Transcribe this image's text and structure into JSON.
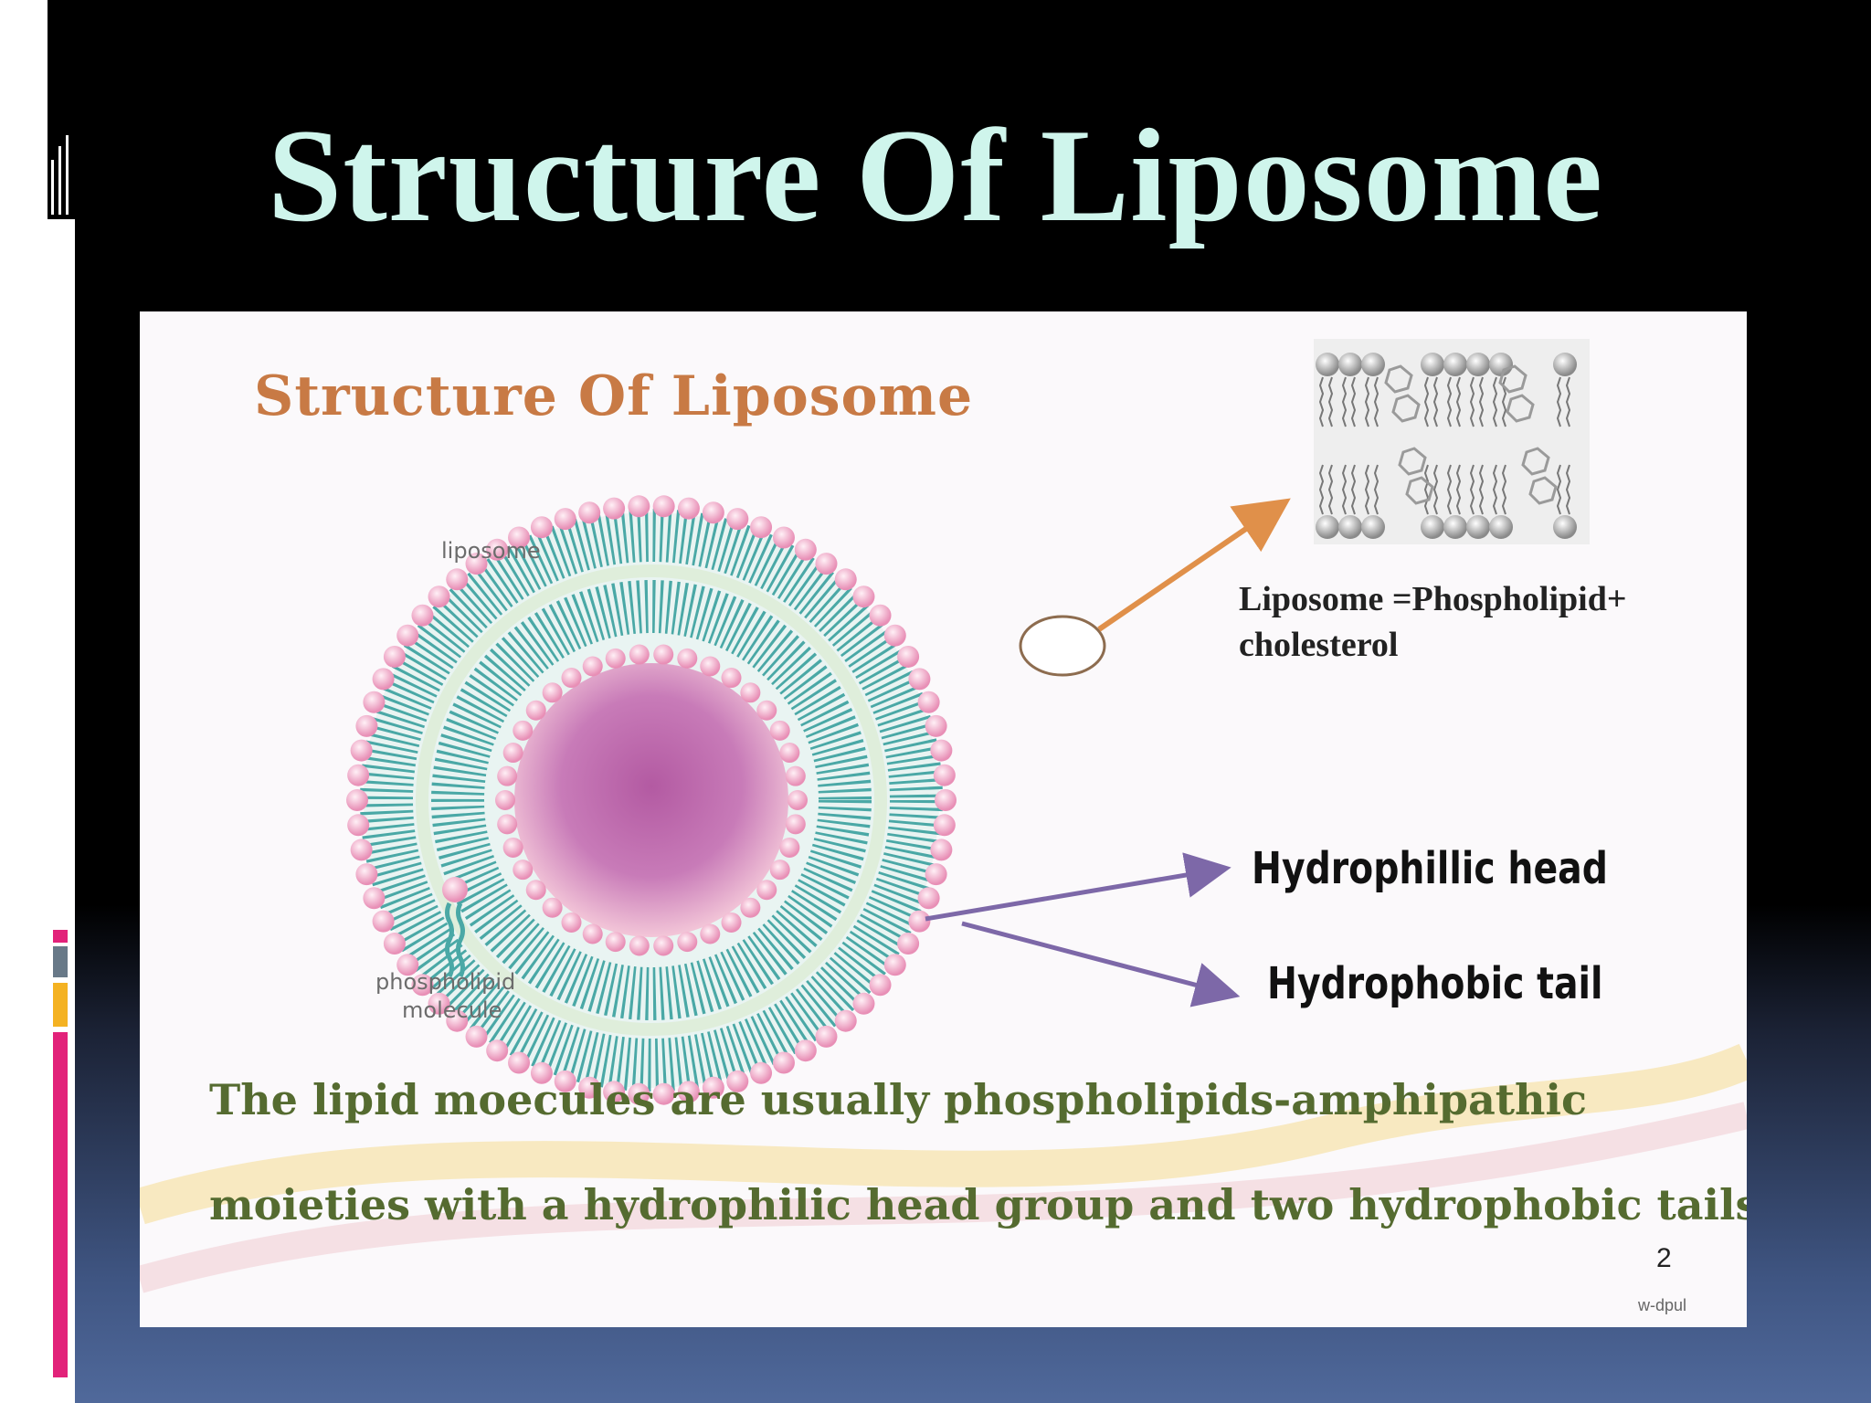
{
  "slide": {
    "title": "Structure Of Liposome",
    "page_number": "2",
    "accent_colors": [
      "#e2227a",
      "#687988",
      "#f4b222"
    ]
  },
  "diagram": {
    "panel_title": "Structure Of Liposome",
    "label_liposome": "liposome",
    "label_phospholipid": "phospholipid",
    "label_molecule": "molecule",
    "equation_line1": "Liposome =Phospholipid+",
    "equation_line2": "cholesterol",
    "label_head": "Hydrophillic head",
    "label_tail": "Hydrophobic tail",
    "caption_line1": "The lipid moecules are usually phospholipids-amphipathic",
    "caption_line2": "moieties with a hydrophilic head group and two hydrophobic tails.",
    "watermark": "w-dpul",
    "colors": {
      "head": "#f2a6c6",
      "tail": "#4aa8a6",
      "core": "#9b3d8e",
      "arrow_orange": "#e0904a",
      "arrow_purple": "#7d68a8"
    }
  }
}
